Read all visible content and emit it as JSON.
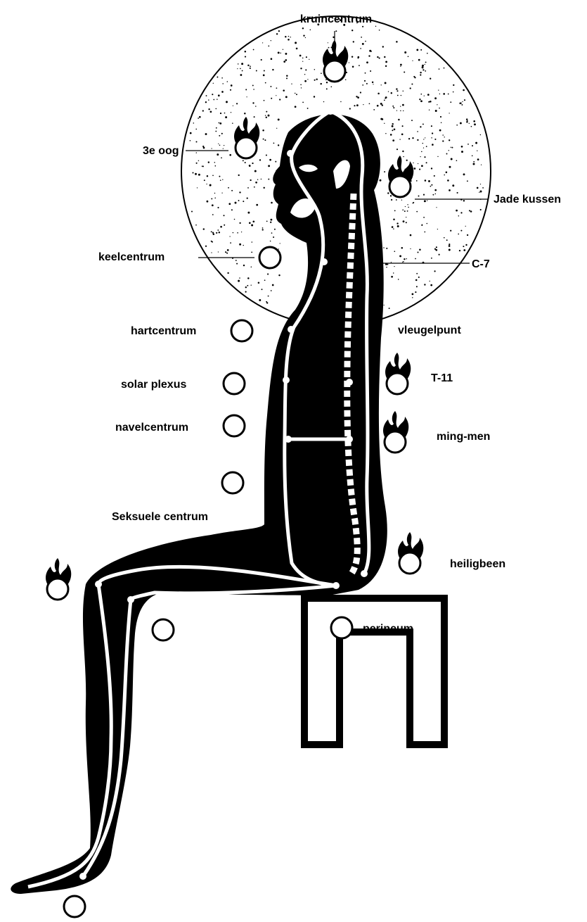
{
  "labels": {
    "crown": "kruincentrum",
    "third_eye": "3e oog",
    "jade_pillow": "Jade kussen",
    "throat": "keelcentrum",
    "c7": "C-7",
    "heart": "hartcentrum",
    "wing_point": "vleugelpunt",
    "solar_plexus": "solar plexus",
    "t11": "T-11",
    "navel": "navelcentrum",
    "ming_men": "ming-men",
    "sexual": "Seksuele centrum",
    "sacrum": "heiligbeen",
    "perineum": "perineum"
  },
  "colors": {
    "ink": "#000000",
    "paper": "#ffffff"
  },
  "icons": [
    "flame-icon",
    "circle-point-icon"
  ]
}
